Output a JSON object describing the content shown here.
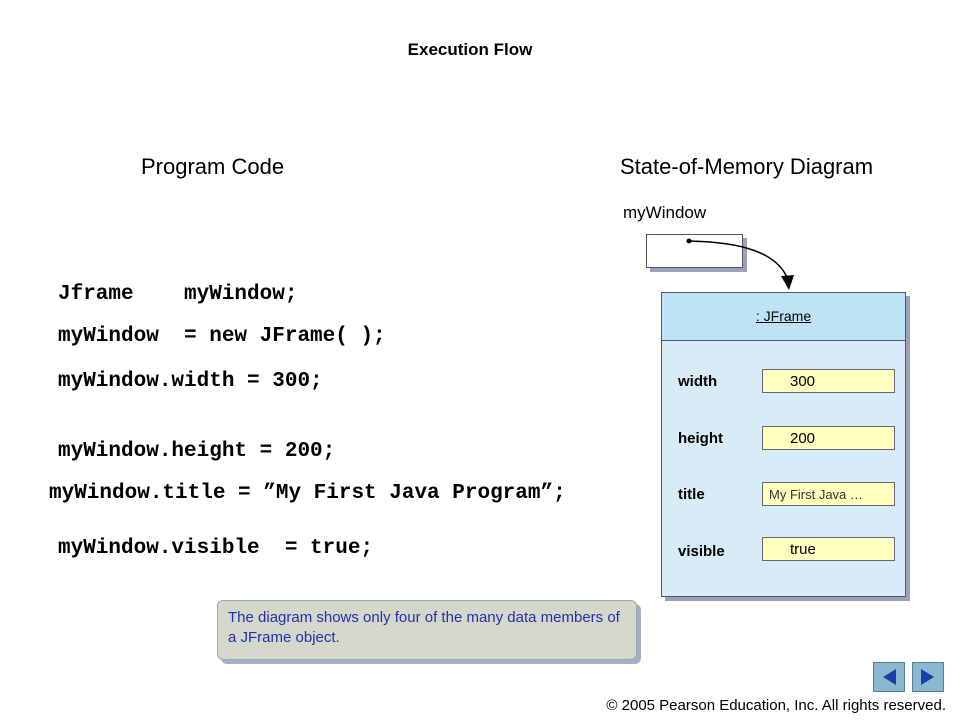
{
  "title": "Execution Flow",
  "headings": {
    "code": "Program Code",
    "memory": "State-of-Memory Diagram"
  },
  "code_lines": [
    "Jframe    myWindow;",
    "myWindow  = new JFrame( );",
    "myWindow.width = 300;",
    "myWindow.height = 200;",
    "myWindow.title = ”My First Java Program”;",
    "myWindow.visible  = true;"
  ],
  "memory": {
    "variable_name": "myWindow",
    "object_type": ": JFrame",
    "fields": [
      {
        "name": "width",
        "value": "300"
      },
      {
        "name": "height",
        "value": "200"
      },
      {
        "name": "title",
        "value": "My First Java …"
      },
      {
        "name": "visible",
        "value": "true"
      }
    ]
  },
  "note": "The diagram shows only four of the many data members of a JFrame object.",
  "navigation": {
    "previous": "previous-arrow",
    "next": "next-arrow"
  },
  "copyright": "© 2005 Pearson Education, Inc.  All rights reserved.",
  "colors": {
    "object_body": "#d8ecf8",
    "object_header": "#bfe3f6",
    "value_box": "#ffffc0",
    "note_text": "#2030b0",
    "nav_button": "#8ab8d0"
  }
}
